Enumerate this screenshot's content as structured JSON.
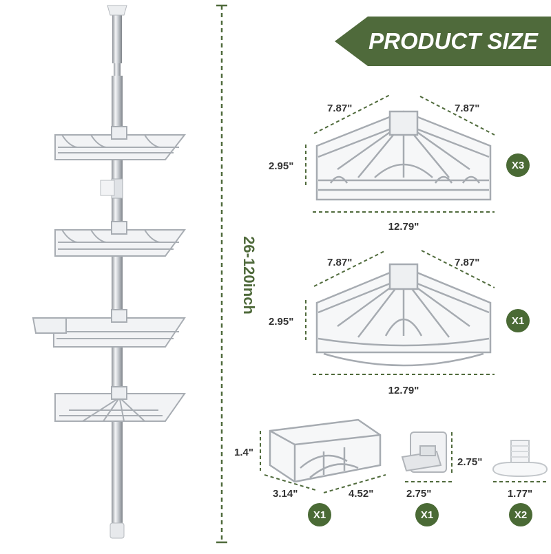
{
  "banner": {
    "title": "PRODUCT SIZE"
  },
  "height_label": "26-120inch",
  "corner_shelf": {
    "width_left": "7.87\"",
    "width_right": "7.87\"",
    "height": "2.95\"",
    "front": "12.79\"",
    "qty": "X3"
  },
  "bottom_shelf": {
    "width_left": "7.87\"",
    "width_right": "7.87\"",
    "height": "2.95\"",
    "front": "12.79\"",
    "qty": "X1"
  },
  "soap_basket": {
    "height": "1.4\"",
    "depth": "3.14\"",
    "length": "4.52\"",
    "qty": "X1"
  },
  "hook": {
    "width": "2.75\"",
    "height": "2.75\"",
    "qty": "X1"
  },
  "end_cap": {
    "diameter": "1.77\"",
    "qty": "X2"
  },
  "colors": {
    "accent": "#4f6a3b",
    "metal": "#b8bcc2",
    "badge": "#4a6a35"
  }
}
